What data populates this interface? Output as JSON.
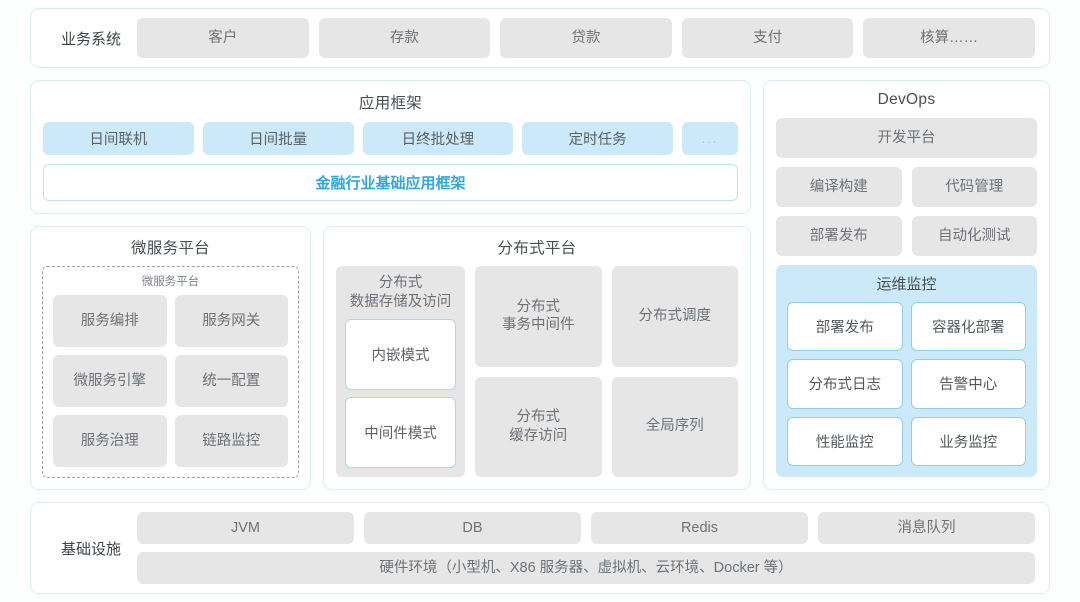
{
  "business_system": {
    "label": "业务系统",
    "items": [
      "客户",
      "存款",
      "贷款",
      "支付",
      "核算……"
    ]
  },
  "app_framework": {
    "title": "应用框架",
    "chips": [
      "日间联机",
      "日间批量",
      "日终批处理",
      "定时任务",
      "..."
    ],
    "base_bar": "金融行业基础应用框架"
  },
  "microservice_platform": {
    "title": "微服务平台",
    "inner_label": "微服务平台",
    "items": [
      "服务编排",
      "服务网关",
      "微服务引擎",
      "统一配置",
      "服务治理",
      "链路监控"
    ]
  },
  "distributed_platform": {
    "title": "分布式平台",
    "storage": {
      "title": "分布式\n数据存储及访问",
      "title_line1": "分布式",
      "title_line2": "数据存储及访问",
      "modes": [
        "内嵌模式",
        "中间件模式"
      ]
    },
    "cells": [
      {
        "line1": "分布式",
        "line2": "事务中间件"
      },
      {
        "line1": "分布式调度",
        "line2": ""
      },
      {
        "line1": "分布式",
        "line2": "缓存访问"
      },
      {
        "line1": "全局序列",
        "line2": ""
      }
    ]
  },
  "devops": {
    "title": "DevOps",
    "platform": "开发平台",
    "pairs": [
      [
        "编译构建",
        "代码管理"
      ],
      [
        "部署发布",
        "自动化测试"
      ]
    ],
    "ops": {
      "title": "运维监控",
      "items": [
        "部署发布",
        "容器化部署",
        "分布式日志",
        "告警中心",
        "性能监控",
        "业务监控"
      ]
    }
  },
  "infrastructure": {
    "label": "基础设施",
    "chips": [
      "JVM",
      "DB",
      "Redis",
      "消息队列"
    ],
    "hardware": "硬件环境（小型机、X86 服务器、虚拟机、云环境、Docker 等）"
  },
  "colors": {
    "panel_border": "#d8edf2",
    "chip_gray": "#e6e6e6",
    "chip_blue": "#cbe9f8",
    "accent": "#2fa8dd"
  }
}
